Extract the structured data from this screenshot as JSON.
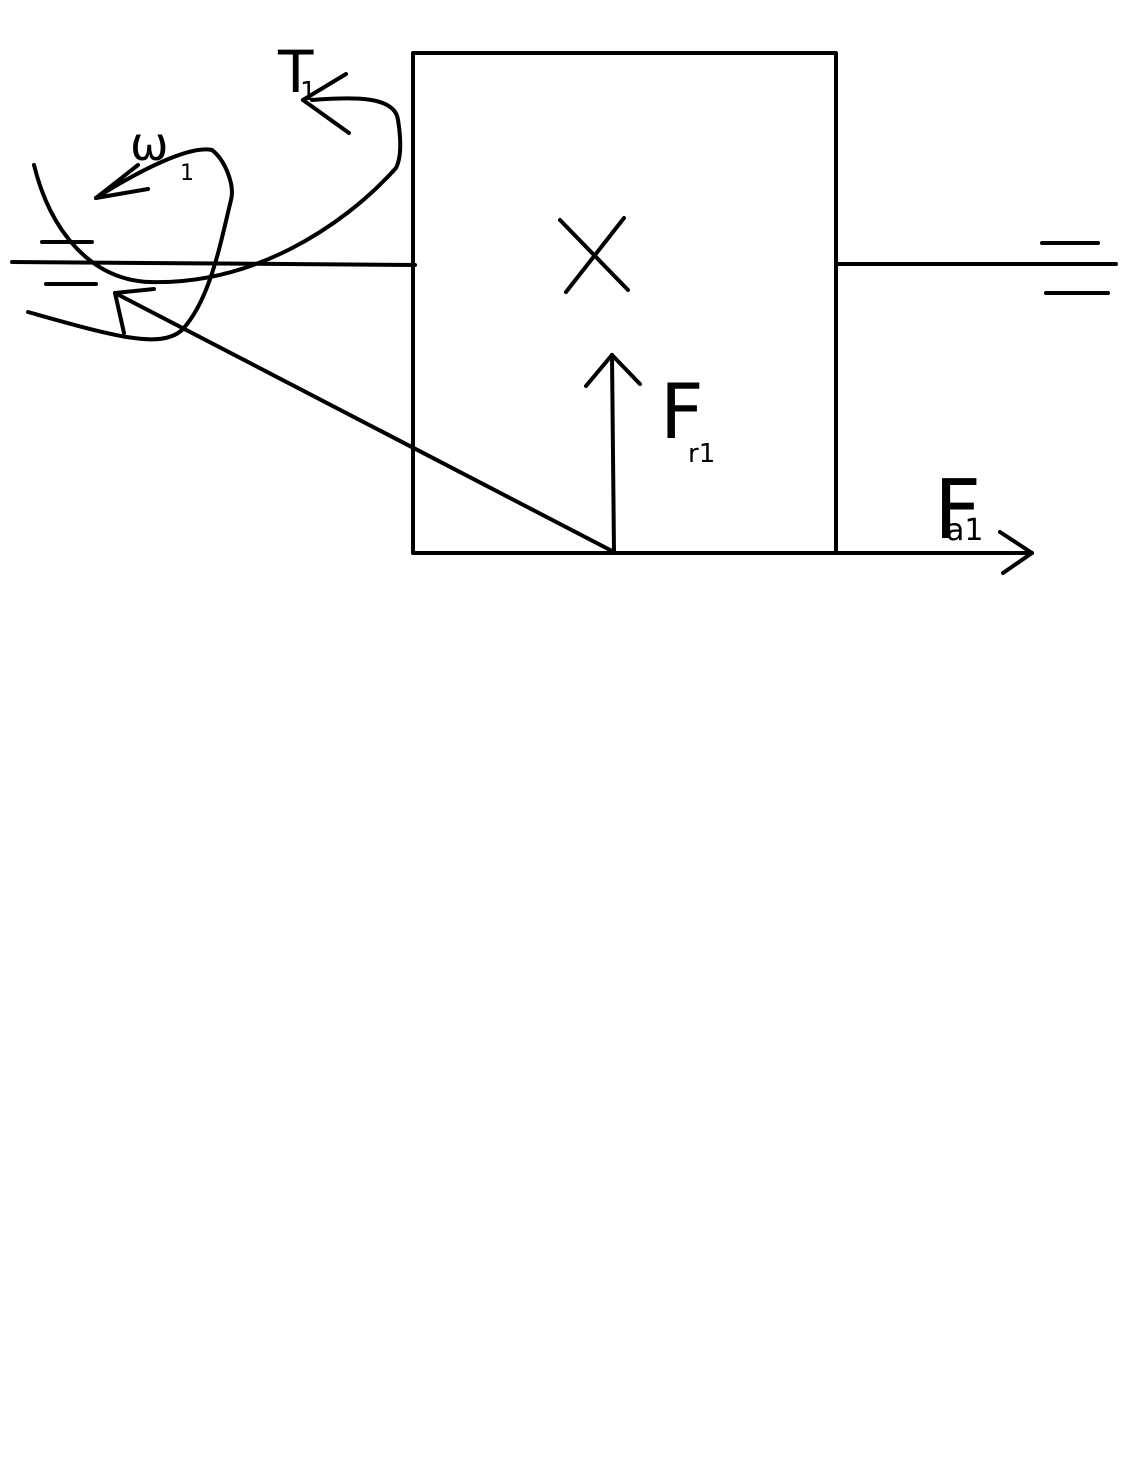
{
  "labels": {
    "torque_main": "T",
    "torque_sub": "1",
    "omega_main": "ω",
    "omega_sub": "1",
    "radial_main": "F",
    "radial_sub": "r1",
    "axial_main": "F",
    "axial_sub": "a1"
  },
  "colors": {
    "ink": "#000000",
    "background": "#ffffff"
  }
}
